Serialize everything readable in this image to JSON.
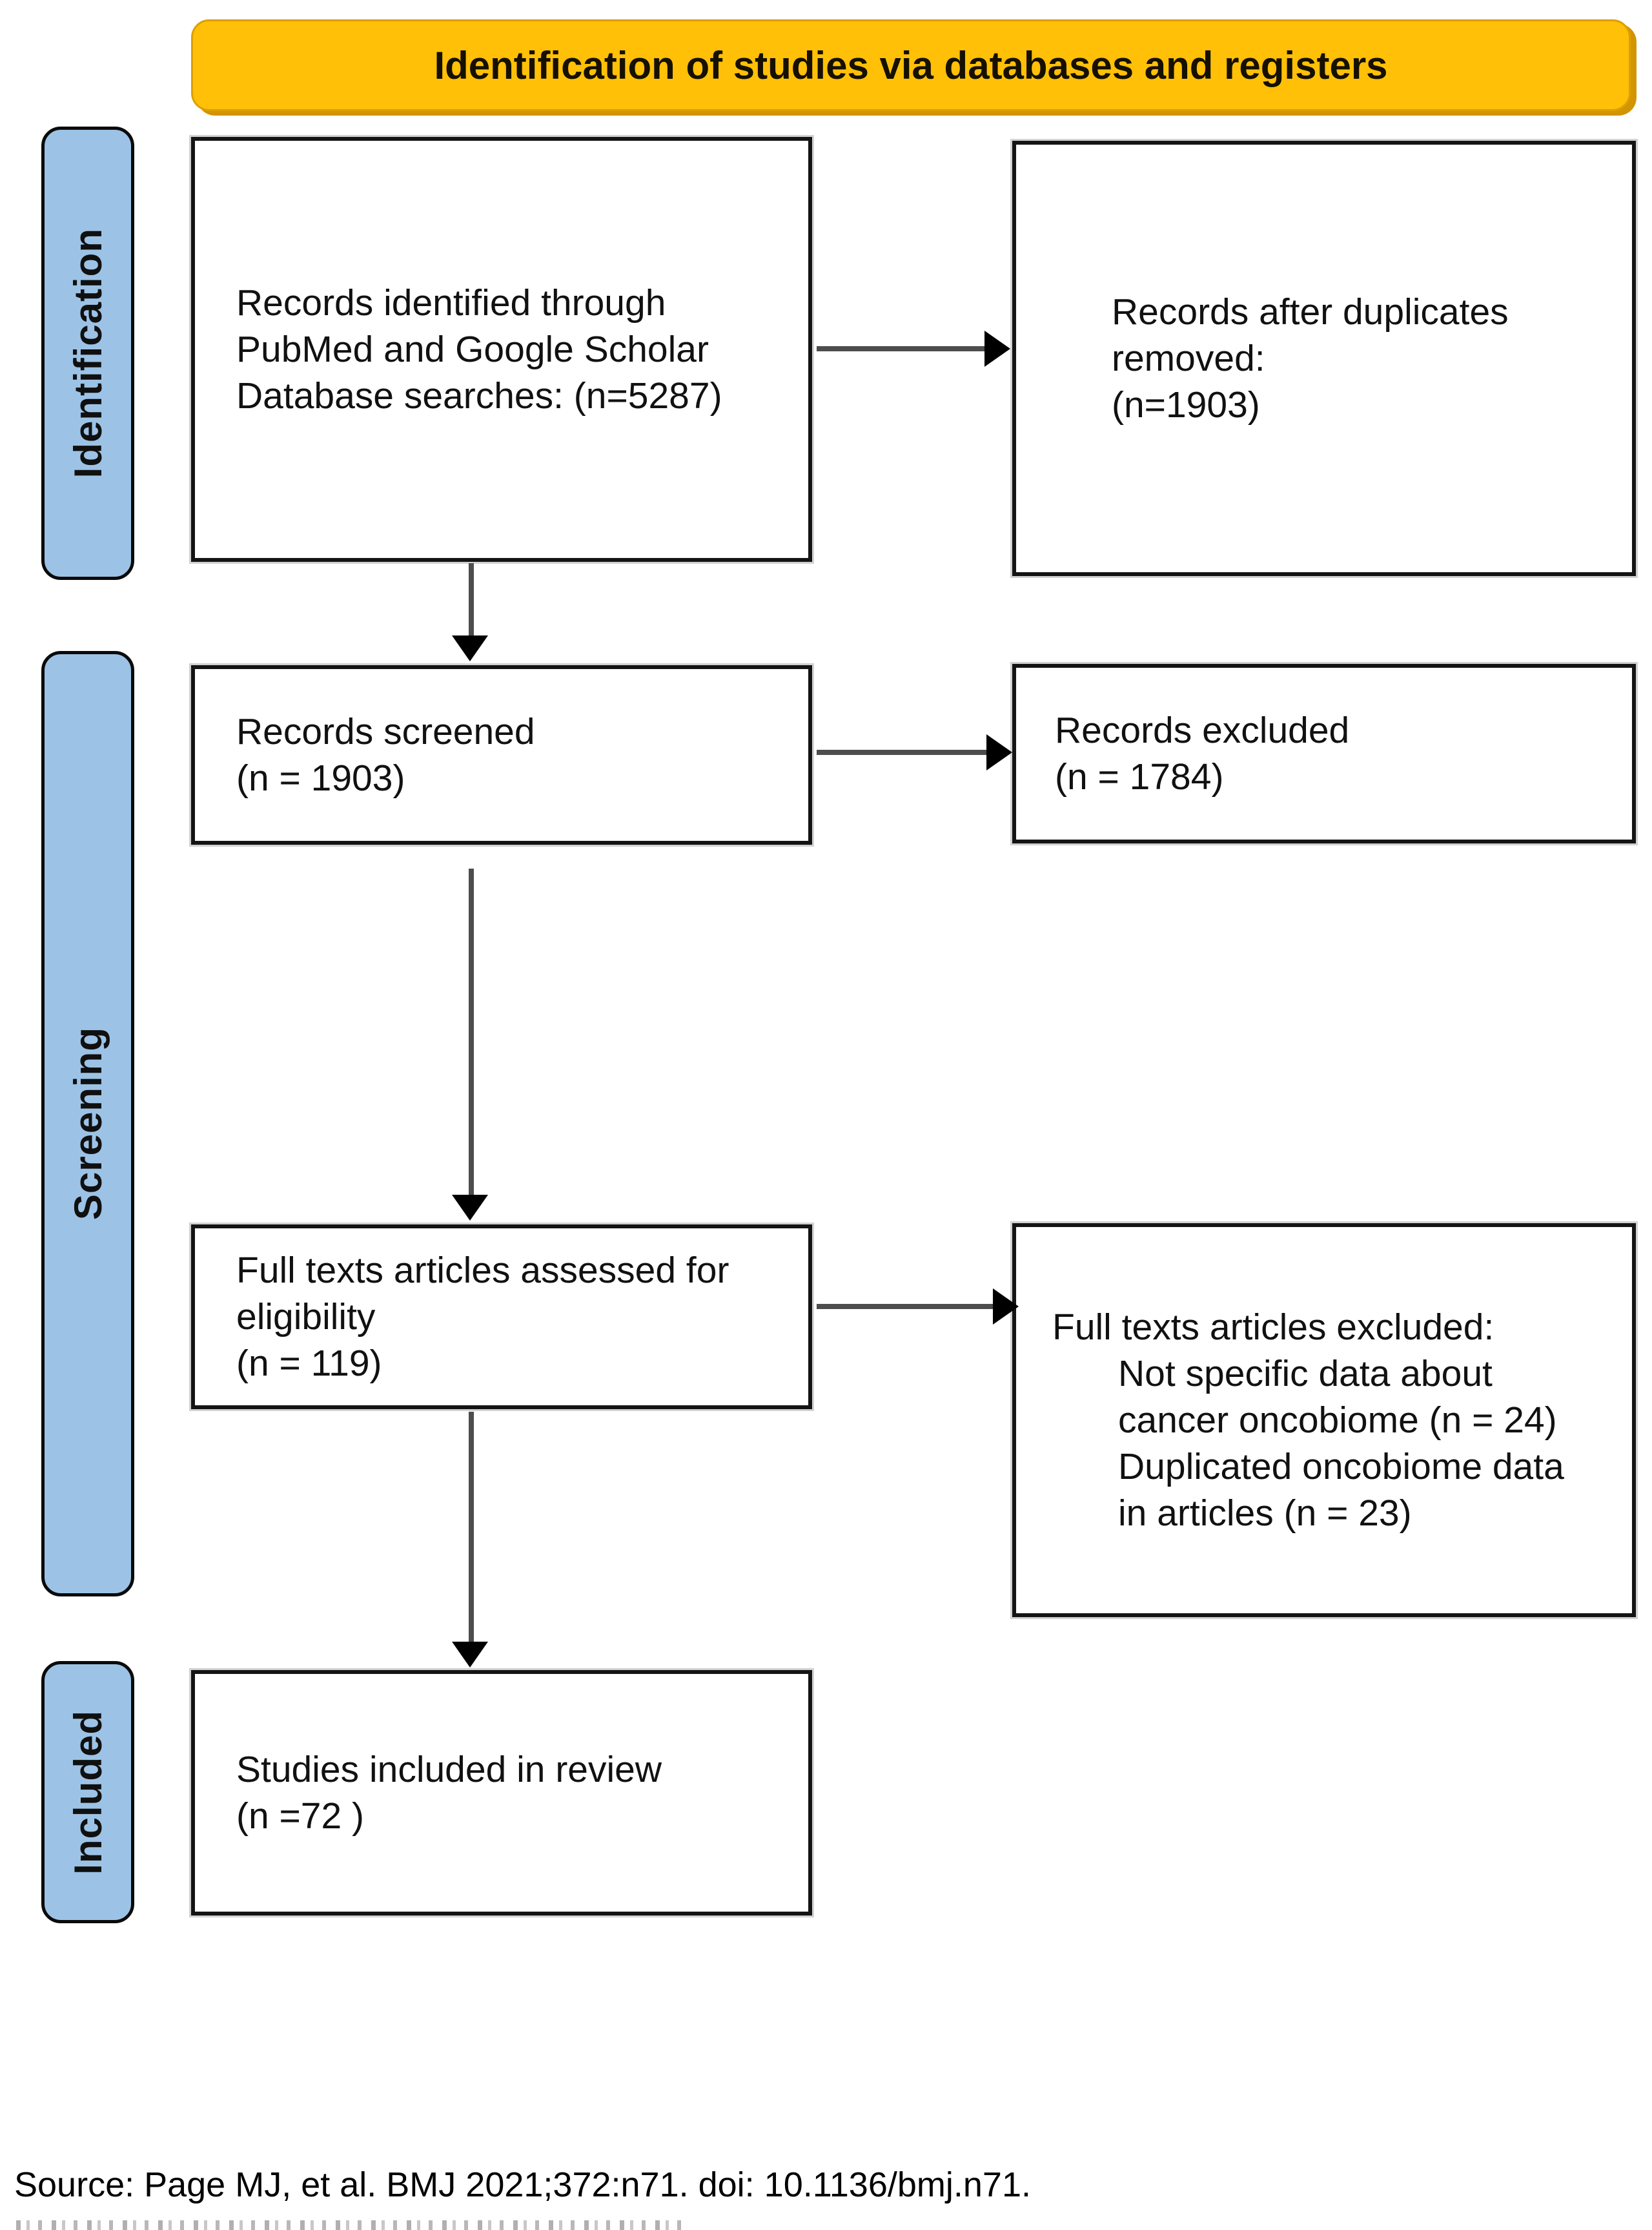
{
  "header": {
    "title": "Identification of studies via databases and registers"
  },
  "stages": [
    {
      "label": "Identification"
    },
    {
      "label": "Screening"
    },
    {
      "label": "Included"
    }
  ],
  "boxes": {
    "records_identified": {
      "lines": [
        "Records identified through",
        "PubMed and Google Scholar",
        "Database searches: (n=5287)"
      ]
    },
    "duplicates_removed": {
      "lines": [
        "Records after duplicates",
        "removed:",
        "(n=1903)"
      ]
    },
    "records_screened": {
      "lines": [
        "Records screened",
        "(n = 1903)"
      ]
    },
    "records_excluded": {
      "lines": [
        "Records excluded",
        "(n = 1784)"
      ]
    },
    "fulltext_assessed": {
      "lines": [
        "Full texts articles assessed for",
        "eligibility",
        "(n = 119)"
      ]
    },
    "fulltext_excluded": {
      "lines": [
        "Full texts articles excluded:",
        "Not specific data about",
        "cancer oncobiome (n = 24)",
        "Duplicated oncobiome data",
        "in articles (n = 23)"
      ]
    },
    "studies_included": {
      "lines": [
        "Studies included in review",
        "(n =72 )"
      ]
    }
  },
  "footer": {
    "source": "Source: Page MJ, et al. BMJ 2021;372:n71. doi: 10.1136/bmj.n71."
  },
  "colors": {
    "banner": "#FFC007",
    "banner_edge": "#DD9F00",
    "banner_shadow": "#D29400",
    "stage_fill": "#9CC3E6",
    "arrow_line": "#4D4D4D",
    "arrow_head": "#000000",
    "box_border": "#141414",
    "text": "#111111"
  }
}
